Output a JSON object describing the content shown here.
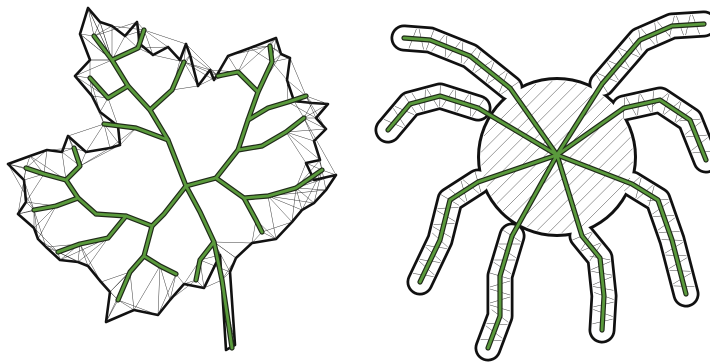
{
  "figure": {
    "panels": [
      {
        "name": "maple-leaf",
        "shape": "leaf"
      },
      {
        "name": "octopus",
        "shape": "creature"
      }
    ]
  },
  "colors": {
    "outline": "#111111",
    "mesh": "#222222",
    "skeleton_core": "#5a9a3c",
    "skeleton_edge": "#1f2a18",
    "background": "#ffffff"
  }
}
